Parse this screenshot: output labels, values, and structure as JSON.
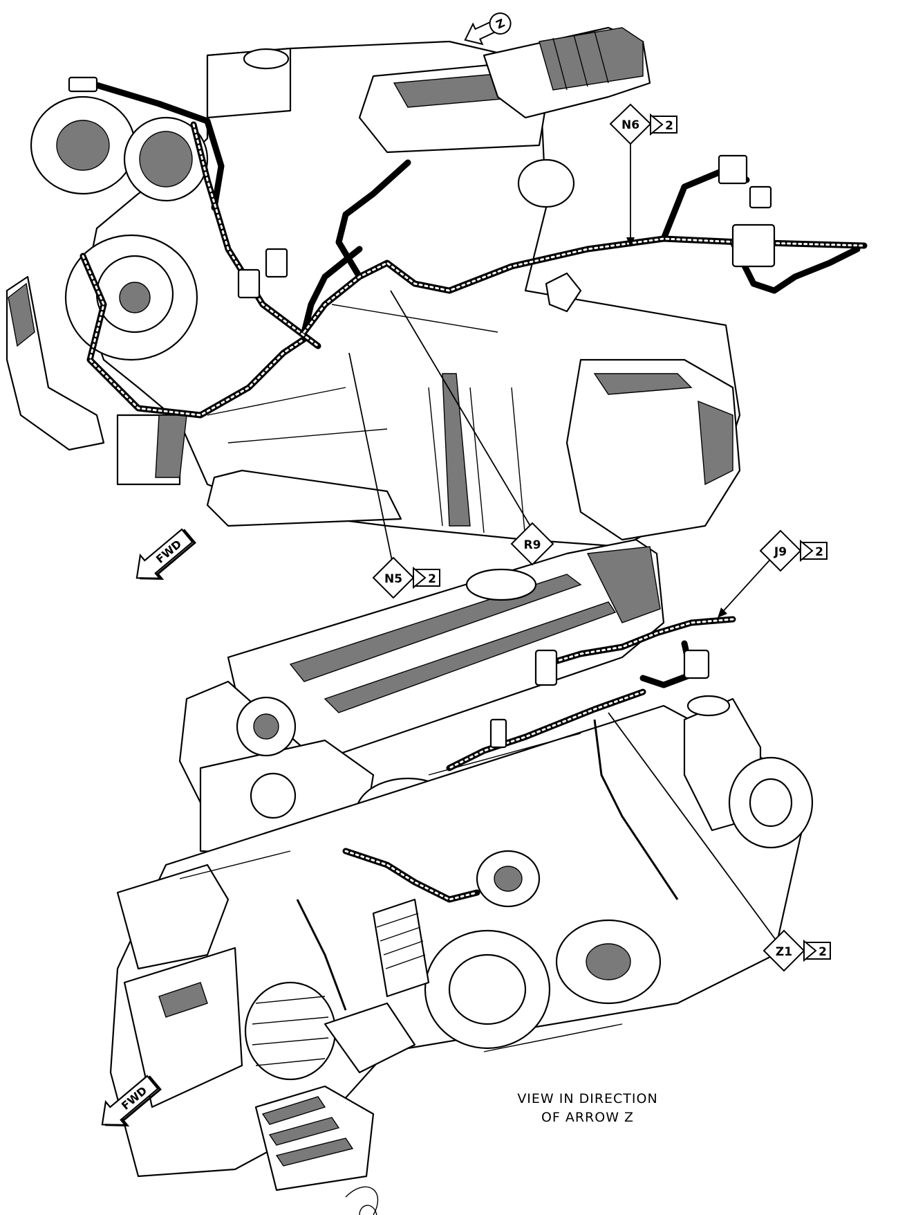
{
  "callouts": {
    "n6": {
      "code": "N6",
      "num": "2"
    },
    "r9": {
      "code": "R9"
    },
    "n5": {
      "code": "N5",
      "num": "2"
    },
    "j9": {
      "code": "J9",
      "num": "2"
    },
    "z1": {
      "code": "Z1",
      "num": "2"
    }
  },
  "arrows": {
    "z_view": "Z",
    "fwd_top": "FWD",
    "fwd_bottom": "FWD"
  },
  "caption": {
    "line1": "VIEW IN DIRECTION",
    "line2": "OF ARROW Z"
  }
}
